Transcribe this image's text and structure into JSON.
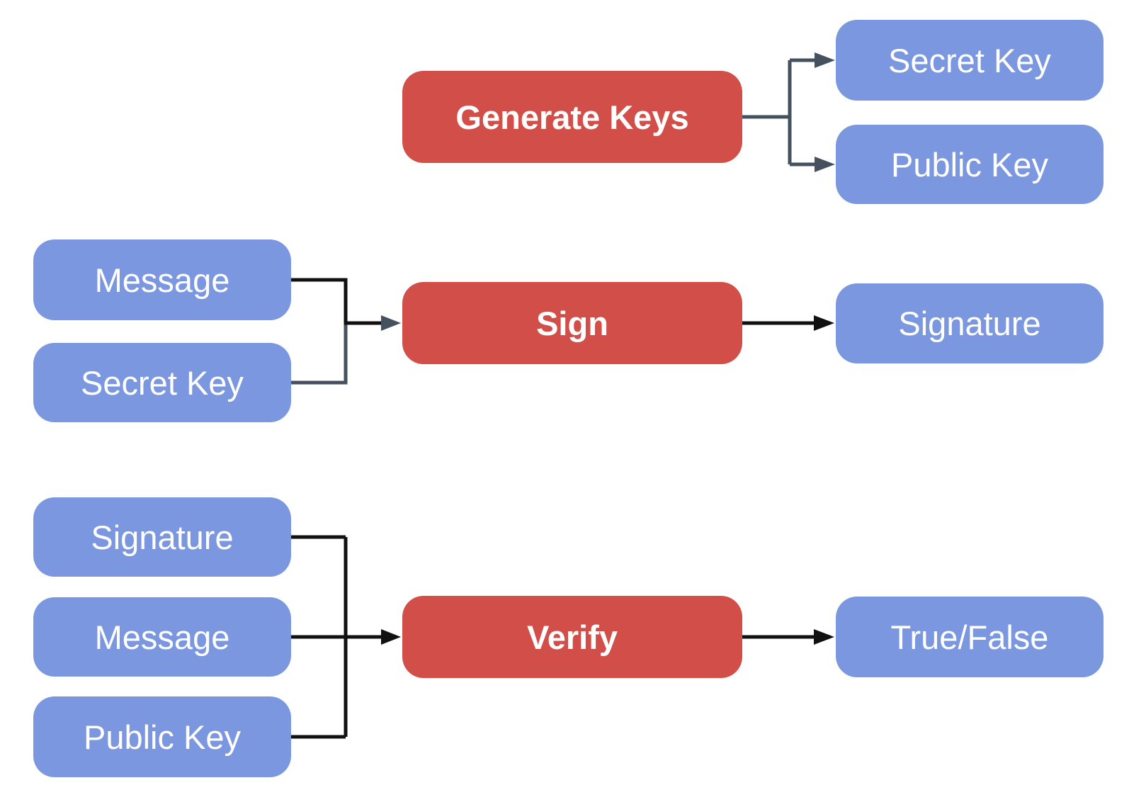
{
  "colors": {
    "process_fill": "#D14F48",
    "io_fill": "#7B97DF",
    "label_text": "#FFFFFF",
    "edge_black": "#111111",
    "edge_slate": "#45515F",
    "background": "#FFFFFF"
  },
  "nodes": {
    "generate_keys": {
      "label": "Generate Keys",
      "type": "process"
    },
    "secret_key_output": {
      "label": "Secret Key",
      "type": "io"
    },
    "public_key_output": {
      "label": "Public Key",
      "type": "io"
    },
    "message_sign_input": {
      "label": "Message",
      "type": "io"
    },
    "secret_key_sign_input": {
      "label": "Secret Key",
      "type": "io"
    },
    "sign": {
      "label": "Sign",
      "type": "process"
    },
    "signature_output": {
      "label": "Signature",
      "type": "io"
    },
    "signature_verify_input": {
      "label": "Signature",
      "type": "io"
    },
    "message_verify_input": {
      "label": "Message",
      "type": "io"
    },
    "public_key_verify_input": {
      "label": "Public Key",
      "type": "io"
    },
    "verify": {
      "label": "Verify",
      "type": "process"
    },
    "true_false_output": {
      "label": "True/False",
      "type": "io"
    }
  },
  "edges": [
    {
      "from": "generate_keys",
      "to": "secret_key_output"
    },
    {
      "from": "generate_keys",
      "to": "public_key_output"
    },
    {
      "from": "message_sign_input",
      "to": "sign"
    },
    {
      "from": "secret_key_sign_input",
      "to": "sign"
    },
    {
      "from": "sign",
      "to": "signature_output"
    },
    {
      "from": "signature_verify_input",
      "to": "verify"
    },
    {
      "from": "message_verify_input",
      "to": "verify"
    },
    {
      "from": "public_key_verify_input",
      "to": "verify"
    },
    {
      "from": "verify",
      "to": "true_false_output"
    }
  ]
}
